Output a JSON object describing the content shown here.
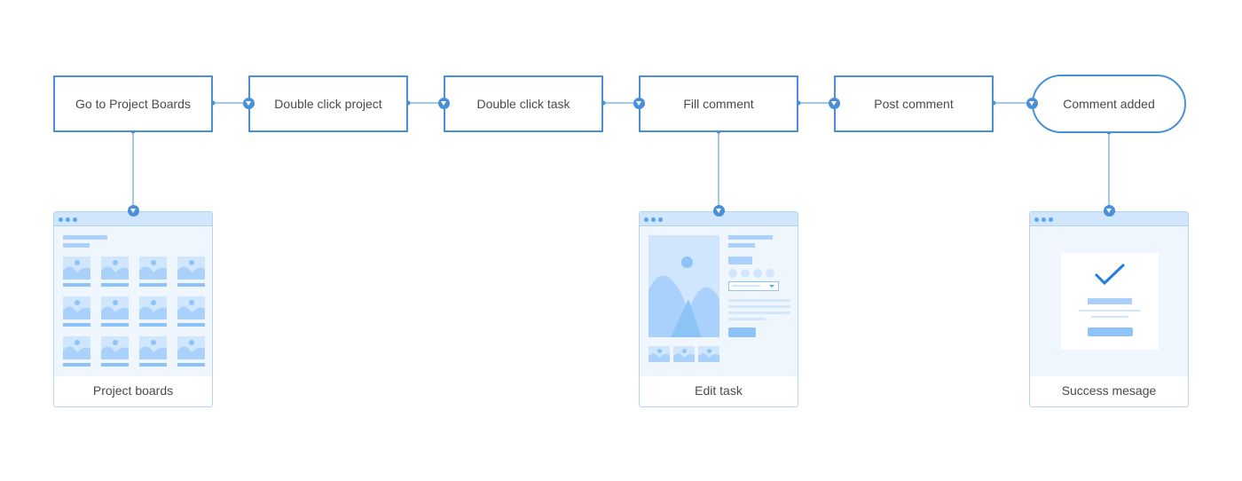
{
  "flow": {
    "steps": [
      {
        "id": "go-to-project-boards",
        "label": "Go to Project Boards"
      },
      {
        "id": "double-click-project",
        "label": "Double click project"
      },
      {
        "id": "double-click-task",
        "label": "Double click task"
      },
      {
        "id": "fill-comment",
        "label": "Fill comment"
      },
      {
        "id": "post-comment",
        "label": "Post comment"
      },
      {
        "id": "comment-added",
        "label": "Comment added"
      }
    ]
  },
  "screens": {
    "project_boards": {
      "caption": "Project boards"
    },
    "edit_task": {
      "caption": "Edit task"
    },
    "success_message": {
      "caption": "Success mesage"
    }
  },
  "colors": {
    "accent": "#4a90d9",
    "screen_header": "#cfe6fc",
    "screen_body": "#eff6fe",
    "placeholder": "#a9d1fb",
    "success_check": "#1f7fe0"
  },
  "icons": {
    "connector": "down-triangle-in-circle-icon",
    "check": "checkmark-icon",
    "image": "image-placeholder-icon"
  }
}
